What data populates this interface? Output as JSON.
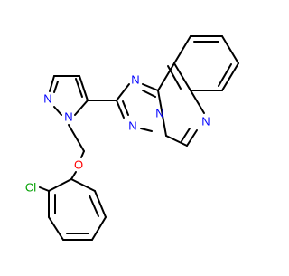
{
  "molecule": {
    "colors": {
      "bond": "#000000",
      "nitrogen": "#0000ff",
      "oxygen": "#ff0000",
      "chlorine": "#00a000",
      "background": "#ffffff"
    },
    "atom_labels": {
      "n_triazole_top": "N",
      "n_triazole_bottom": "N",
      "n_triazole_fused": "N",
      "n_quinazoline": "N",
      "n_pyrazole_upper": "N",
      "n_pyrazole_substituted": "N",
      "o_ether": "O",
      "cl_substituent": "Cl"
    }
  }
}
